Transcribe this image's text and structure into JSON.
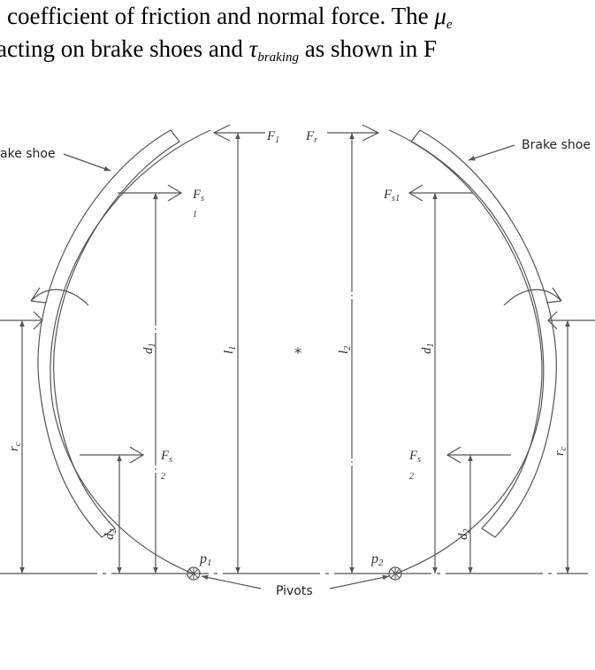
{
  "paper_text": {
    "line1": {
      "before": "coefficient of friction and normal force. The ",
      "symbol": "μ",
      "symbol_sub": "e"
    },
    "line2": {
      "before": "acting on brake shoes and ",
      "symbol": "τ",
      "symbol_sub": "braking",
      "after": " as shown in F"
    }
  },
  "figure": {
    "labels": {
      "brake_shoe_left": "ake shoe",
      "brake_shoe_right": "Brake shoe",
      "pivots": "Pivots"
    },
    "forces": {
      "F1": {
        "main": "F",
        "sub": "1"
      },
      "Fr": {
        "main": "F",
        "sub": "r"
      },
      "Fs1_left": {
        "main": "F",
        "sub": "s",
        "index": "1"
      },
      "Fs1_right": {
        "main": "F",
        "sub": "s1"
      },
      "Fs2_left": {
        "main": "F",
        "sub": "s",
        "index": "2"
      },
      "Fs2_right": {
        "main": "F",
        "sub": "s",
        "index": "2"
      }
    },
    "dimensions": {
      "d1_left": {
        "main": "d",
        "sub": "1"
      },
      "d1_right": {
        "main": "d",
        "sub": "1"
      },
      "d2_left": {
        "main": "d",
        "sub": "2"
      },
      "d2_right": {
        "main": "d",
        "sub": "2"
      },
      "l1": {
        "main": "l",
        "sub": "1"
      },
      "l2": {
        "main": "l",
        "sub": "2"
      },
      "rc_left": {
        "main": "r",
        "sub": "c"
      },
      "rc_right": {
        "main": "r",
        "sub": "c"
      }
    },
    "pivot_points": {
      "p1": {
        "main": "p",
        "sub": "1"
      },
      "p2": {
        "main": "p",
        "sub": "2"
      }
    },
    "center_mark": "*",
    "line_color": "#555555"
  }
}
